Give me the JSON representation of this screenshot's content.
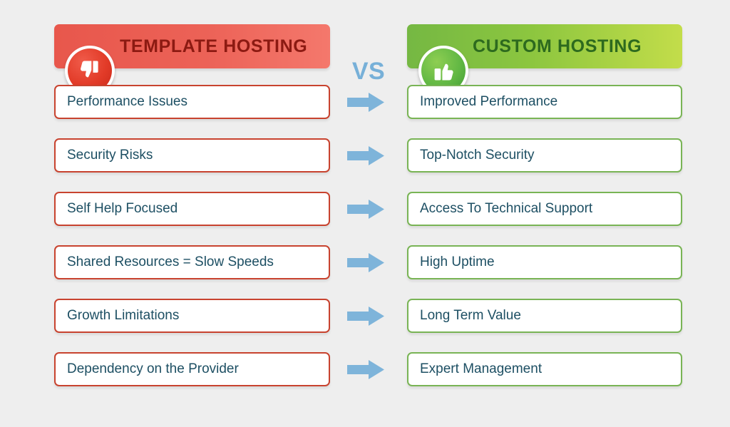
{
  "background_color": "#eeeeee",
  "header": {
    "left": {
      "title": "TEMPLATE HOSTING",
      "icon": "thumbs-down-icon",
      "banner_color": "#ec6257",
      "text_color": "#8c1a12"
    },
    "right": {
      "title": "CUSTOM HOSTING",
      "icon": "thumbs-up-icon",
      "banner_color": "#8cc63f",
      "text_color": "#2d6a1e"
    },
    "vs_label": "VS",
    "vs_color": "#77b0d8"
  },
  "columns": {
    "left_border_color": "#c8432f",
    "right_border_color": "#79b455",
    "text_color": "#1d4f63",
    "arrow_color": "#7eb4da",
    "arrow_icon": "right-arrow-icon"
  },
  "rows": [
    {
      "left": "Performance Issues",
      "right": "Improved Performance"
    },
    {
      "left": "Security Risks",
      "right": "Top-Notch Security"
    },
    {
      "left": "Self Help Focused",
      "right": "Access To Technical Support"
    },
    {
      "left": "Shared Resources = Slow Speeds",
      "right": "High Uptime"
    },
    {
      "left": "Growth Limitations",
      "right": "Long Term Value"
    },
    {
      "left": "Dependency on the Provider",
      "right": "Expert Management"
    }
  ]
}
